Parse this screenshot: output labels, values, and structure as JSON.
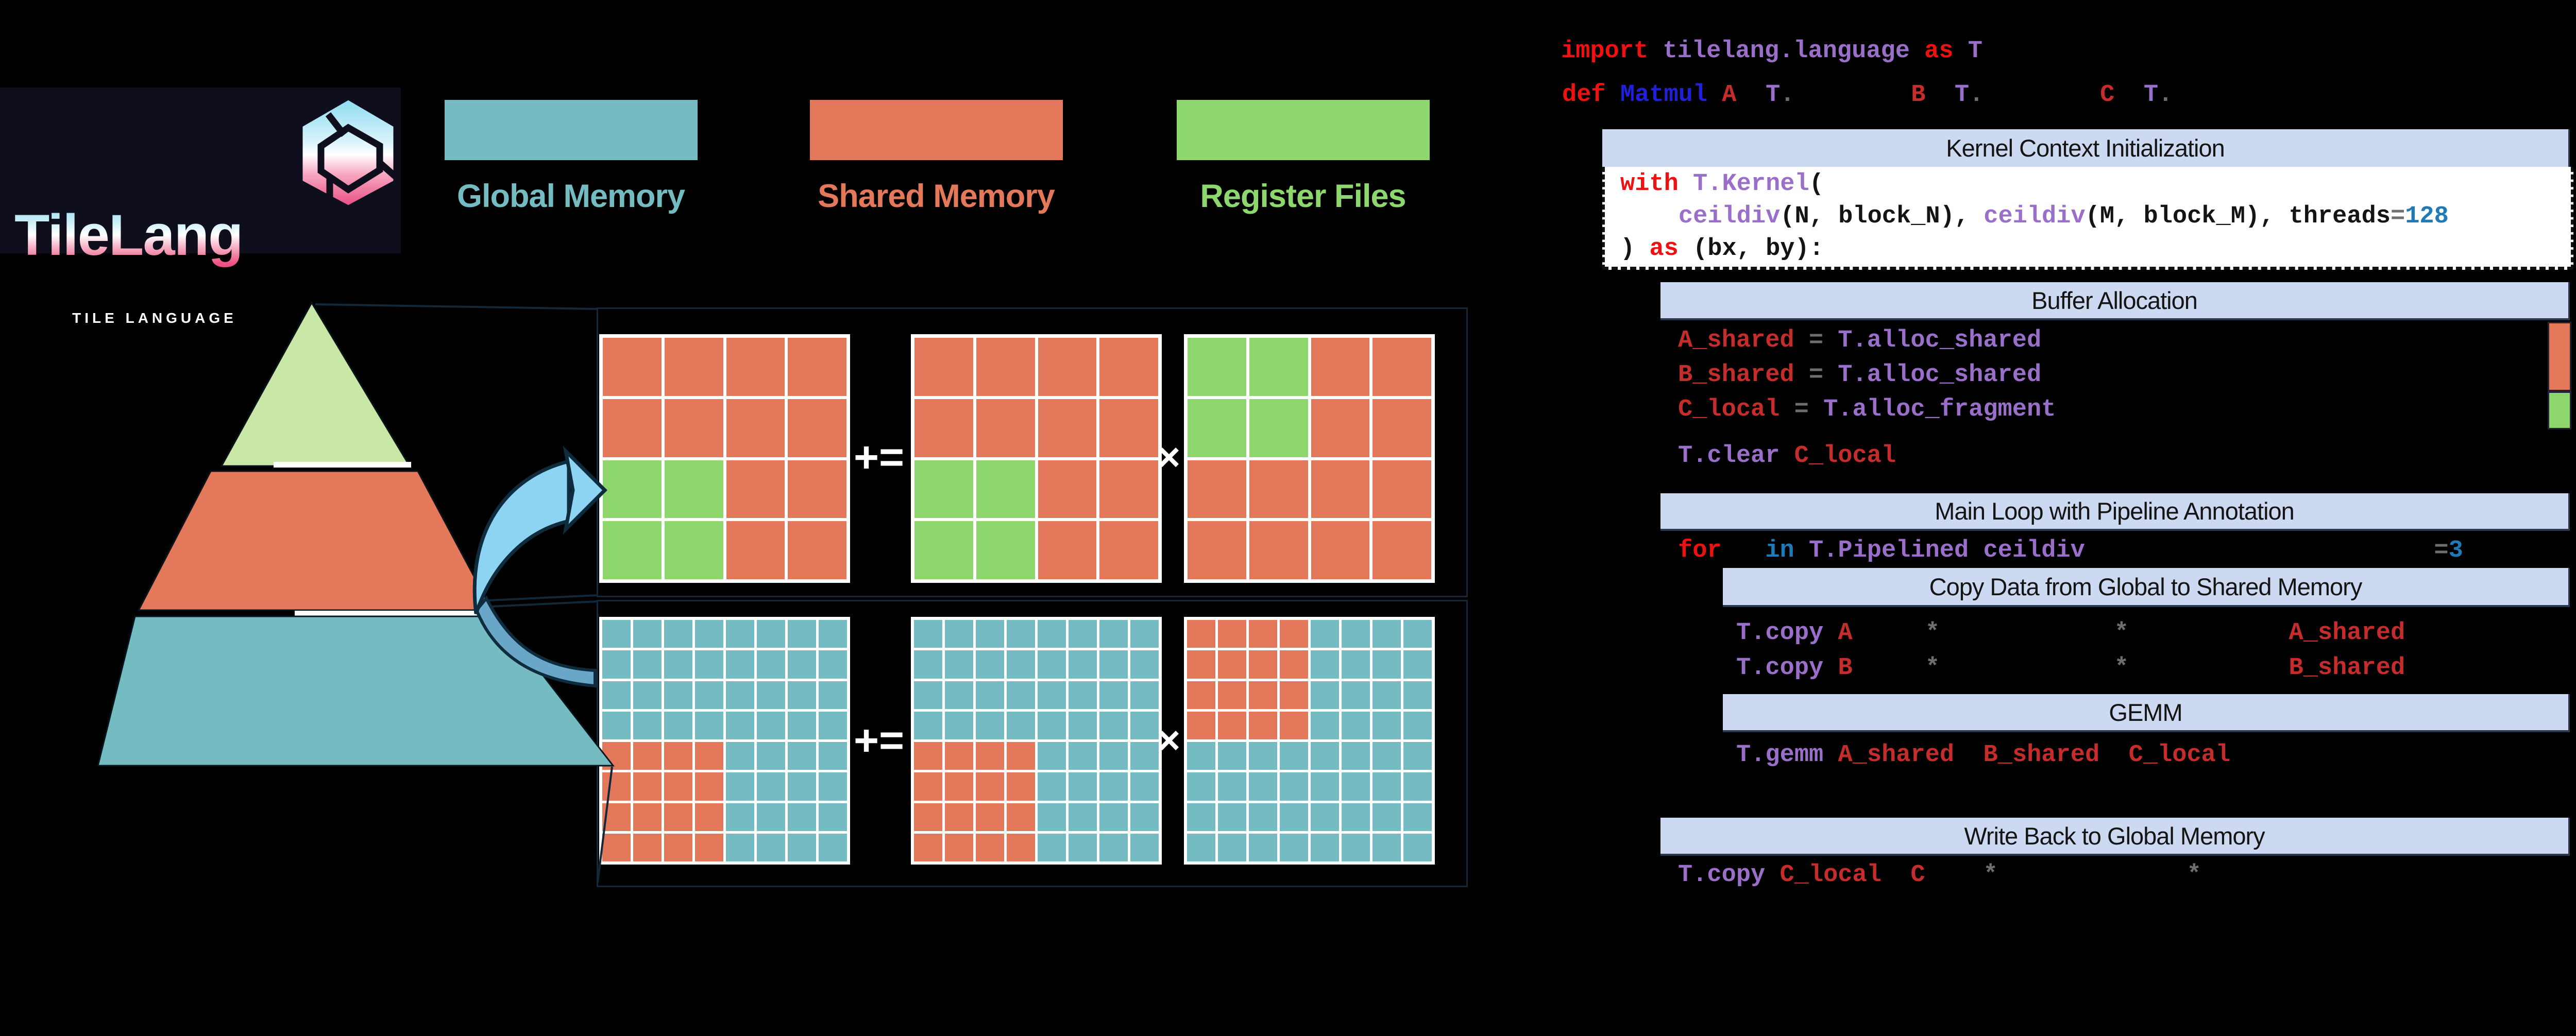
{
  "colors": {
    "teal": "#74bcc2",
    "coral": "#e3785a",
    "green": "#8ed66e",
    "pyramid_green": "#c9e7a6",
    "lavender": "#ccd9f1",
    "arrow_blue": "#8dd3f2",
    "arrow_dark": "#6aa6c7",
    "box_border": "#13293a",
    "navy": "#0e0e1c",
    "white": "#ffffff",
    "code": {
      "k": "#ee1111",
      "b": "#2020d8",
      "v": "#c52d2d",
      "f": "#9a6fc9",
      "n": "#1f7ab8",
      "g": "#6e6e6e",
      "d": "#141414"
    }
  },
  "logo": {
    "title": "TileLang",
    "subtitle": "TILE LANGUAGE"
  },
  "legend": [
    {
      "id": "global",
      "label": "Global Memory",
      "color_key": "teal"
    },
    {
      "id": "shared",
      "label": "Shared Memory",
      "color_key": "coral"
    },
    {
      "id": "register",
      "label": "Register Files",
      "color_key": "green"
    }
  ],
  "pyramid": {
    "layers": [
      {
        "id": "register",
        "label": "Register Files",
        "lines": "Register\nFiles",
        "color_key": "pyramid_green",
        "text_color": "#161616"
      },
      {
        "id": "shared",
        "label": "Shared Memory",
        "lines": "Shared\nMemory",
        "color_key": "coral",
        "text_color": "#ffffff"
      },
      {
        "id": "global",
        "label": "Global Memory",
        "lines": "Global\nMemory",
        "color_key": "teal",
        "text_color": "#ffffff"
      }
    ]
  },
  "matrix_diagram": {
    "operators": {
      "accumulate": "+=",
      "multiply": "×"
    },
    "cell_key": {
      "C": "coral",
      "T": "teal",
      "G": "green"
    },
    "top_row": {
      "name": "register-tile-gemm",
      "grids": [
        [
          "CCCC",
          "CCCC",
          "GGCC",
          "GGCC"
        ],
        [
          "CCCC",
          "CCCC",
          "GGCC",
          "GGCC"
        ],
        [
          "GGCC",
          "GGCC",
          "CCCC",
          "CCCC"
        ]
      ]
    },
    "bottom_row": {
      "name": "global-tile-gemm",
      "grids": [
        [
          "TTTTTTTT",
          "TTTTTTTT",
          "TTTTTTTT",
          "TTTTTTTT",
          "CCCCTTTT",
          "CCCCTTTT",
          "CCCCTTTT",
          "CCCCTTTT"
        ],
        [
          "TTTTTTTT",
          "TTTTTTTT",
          "TTTTTTTT",
          "TTTTTTTT",
          "CCCCTTTT",
          "CCCCTTTT",
          "CCCCTTTT",
          "CCCCTTTT"
        ],
        [
          "CCCCTTTT",
          "CCCCTTTT",
          "CCCCTTTT",
          "CCCCTTTT",
          "TTTTTTTT",
          "TTTTTTTT",
          "TTTTTTTT",
          "TTTTTTTT"
        ]
      ]
    }
  },
  "sections": [
    {
      "id": "kernel",
      "label": "Kernel Context Initialization"
    },
    {
      "id": "buffer",
      "label": "Buffer Allocation"
    },
    {
      "id": "main_loop",
      "label": "Main Loop with Pipeline Annotation"
    },
    {
      "id": "copy",
      "label": "Copy Data from Global to Shared Memory"
    },
    {
      "id": "gemm",
      "label": "GEMM"
    },
    {
      "id": "write_back",
      "label": "Write Back to Global Memory"
    }
  ],
  "alloc_bars": [
    {
      "id": "shared-alloc-bar",
      "color_key": "coral"
    },
    {
      "id": "fragment-alloc-bar",
      "color_key": "green"
    }
  ],
  "code_lines": [
    {
      "id": "import",
      "seg": [
        [
          "import",
          "k",
          0
        ],
        [
          "tilelang.language",
          "f",
          1
        ],
        [
          "as",
          "k",
          1
        ],
        [
          "T",
          "f",
          1
        ]
      ]
    },
    {
      "id": "def",
      "seg": [
        [
          "def",
          "k",
          0
        ],
        [
          "Matmul",
          "b",
          1
        ],
        [
          "A",
          "v",
          1
        ],
        [
          "T",
          "f",
          2
        ],
        [
          ".",
          "g",
          0
        ],
        [
          "B",
          "v",
          8
        ],
        [
          "T",
          "f",
          2
        ],
        [
          ".",
          "g",
          0
        ],
        [
          "C",
          "v",
          8
        ],
        [
          "T",
          "f",
          2
        ],
        [
          ".",
          "g",
          0
        ]
      ]
    },
    {
      "id": "with1",
      "seg": [
        [
          "with",
          "k",
          0
        ],
        [
          "T.Kernel",
          "f",
          1
        ],
        [
          "(",
          "d",
          0
        ]
      ]
    },
    {
      "id": "with2",
      "seg": [
        [
          "ceildiv",
          "f",
          4
        ],
        [
          "(N, block_N),",
          "d",
          0
        ],
        [
          "ceildiv",
          "f",
          1
        ],
        [
          "(M, block_M),",
          "d",
          0
        ],
        [
          "threads",
          "d",
          1
        ],
        [
          "=",
          "g",
          0
        ],
        [
          "128",
          "n",
          0
        ]
      ]
    },
    {
      "id": "with3",
      "seg": [
        [
          ")",
          "d",
          0
        ],
        [
          "as",
          "k",
          1
        ],
        [
          "(bx, by):",
          "d",
          1
        ]
      ]
    },
    {
      "id": "alloc_a",
      "seg": [
        [
          "A_shared",
          "v",
          0
        ],
        [
          "=",
          "g",
          1
        ],
        [
          "T.alloc_shared",
          "f",
          1
        ]
      ]
    },
    {
      "id": "alloc_b",
      "seg": [
        [
          "B_shared",
          "v",
          0
        ],
        [
          "=",
          "g",
          1
        ],
        [
          "T.alloc_shared",
          "f",
          1
        ]
      ]
    },
    {
      "id": "alloc_c",
      "seg": [
        [
          "C_local",
          "v",
          0
        ],
        [
          "=",
          "g",
          1
        ],
        [
          "T.alloc_fragment",
          "f",
          1
        ]
      ]
    },
    {
      "id": "clear",
      "seg": [
        [
          "T.clear",
          "f",
          0
        ],
        [
          "C_local",
          "v",
          1
        ]
      ]
    },
    {
      "id": "for",
      "seg": [
        [
          "for",
          "k",
          0
        ],
        [
          "in",
          "n",
          3
        ],
        [
          "T.Pipelined",
          "f",
          1
        ],
        [
          "ceildiv",
          "f",
          1
        ],
        [
          "=",
          "g",
          24
        ],
        [
          "3",
          "n",
          0
        ]
      ]
    },
    {
      "id": "copy_a",
      "seg": [
        [
          "T.copy",
          "f",
          0
        ],
        [
          "A",
          "v",
          1
        ],
        [
          "*",
          "g",
          5
        ],
        [
          "*",
          "g",
          12
        ],
        [
          "A_shared",
          "v",
          11
        ]
      ]
    },
    {
      "id": "copy_b",
      "seg": [
        [
          "T.copy",
          "f",
          0
        ],
        [
          "B",
          "v",
          1
        ],
        [
          "*",
          "g",
          5
        ],
        [
          "*",
          "g",
          12
        ],
        [
          "B_shared",
          "v",
          11
        ]
      ]
    },
    {
      "id": "gemm_ln",
      "seg": [
        [
          "T.gemm",
          "f",
          0
        ],
        [
          "A_shared",
          "v",
          1
        ],
        [
          "B_shared",
          "v",
          2
        ],
        [
          "C_local",
          "v",
          2
        ]
      ]
    },
    {
      "id": "copy_c",
      "seg": [
        [
          "T.copy",
          "f",
          0
        ],
        [
          "C_local",
          "v",
          1
        ],
        [
          "C",
          "v",
          2
        ],
        [
          "*",
          "g",
          4
        ],
        [
          "*",
          "g",
          13
        ]
      ]
    }
  ]
}
